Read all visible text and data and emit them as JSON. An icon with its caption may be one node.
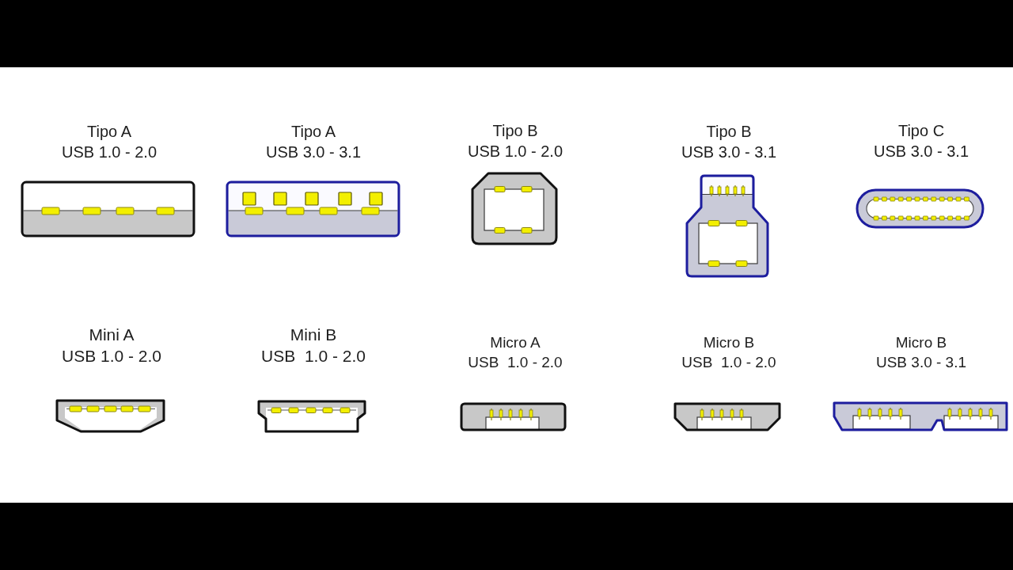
{
  "diagram": {
    "nodes": [
      {
        "text": [
          "Tipo A",
          "USB 1.0 - 2.0"
        ]
      },
      {
        "text": [
          "Tipo A",
          "USB 3.0 - 3.1"
        ]
      },
      {
        "text": [
          "Tipo B",
          "USB 1.0 - 2.0"
        ]
      },
      {
        "text": [
          "Tipo B",
          "USB 3.0 - 3.1"
        ]
      },
      {
        "text": [
          "Tipo C",
          "USB 3.0 - 3.1"
        ]
      },
      {
        "text": [
          "Mini A",
          "USB 1.0 - 2.0"
        ]
      },
      {
        "text": [
          "Mini B",
          "USB  1.0 - 2.0"
        ]
      },
      {
        "text": [
          "Micro A",
          "USB  1.0 - 2.0"
        ]
      },
      {
        "text": [
          "Micro B",
          "USB  1.0 - 2.0"
        ]
      },
      {
        "text": [
          "Micro B",
          "USB 3.0 - 3.1"
        ]
      }
    ]
  }
}
